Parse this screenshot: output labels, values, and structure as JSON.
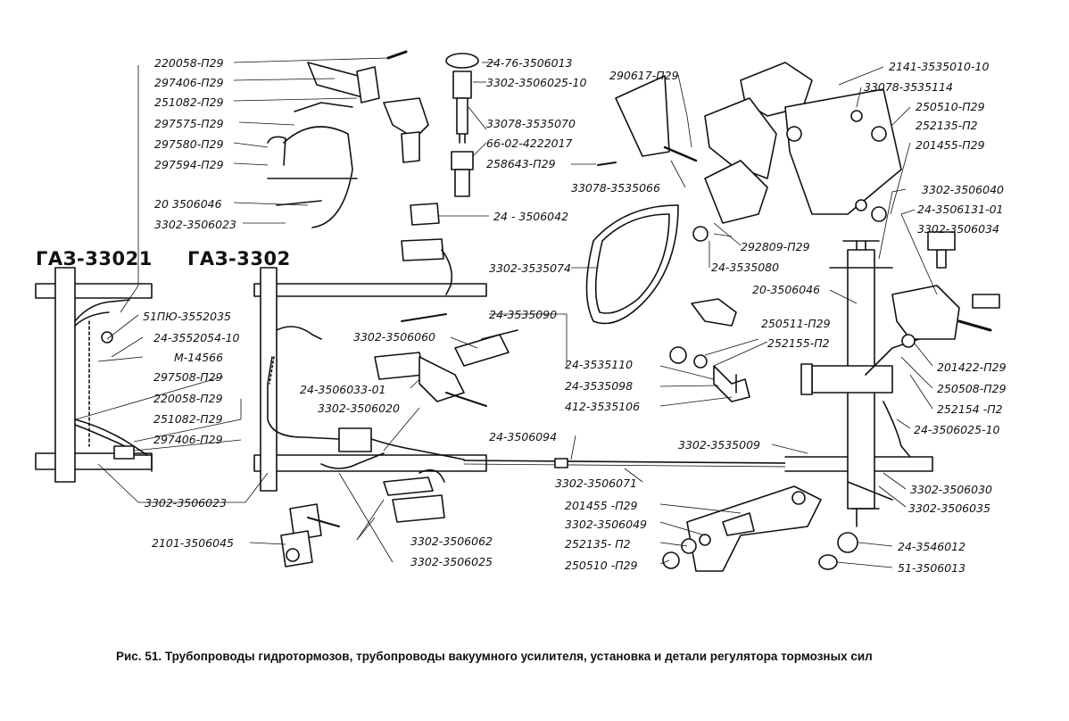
{
  "models": {
    "left": "ГАЗ-33021",
    "right": "ГАЗ-3302"
  },
  "labels": [
    "220058-П29",
    "297406-П29",
    "251082-П29",
    "297575-П29",
    "297580-П29",
    "297594-П29",
    "20 3506046",
    "3302-3506023",
    "24-76-3506013",
    "3302-3506025-10",
    "33078-3535070",
    "66-02-4222017",
    "258643-П29",
    "290617-П29",
    "33078-3535066",
    "24 - 3506042",
    "2141-3535010-10",
    "33078-3535114",
    "250510-П29",
    "252135-П2",
    "201455-П29",
    "3302-3506040",
    "24-3506131-01",
    "3302-3506034",
    "292809-П29",
    "24-3535080",
    "3302-3535074",
    "20-3506046",
    "51ПЮ-3552035",
    "24-3552054-10",
    "М-14566",
    "297508-П29",
    "220058-П29",
    "251082-П29",
    "297406-П29",
    "3302-3506060",
    "24-3506033-01",
    "3302-3506020",
    "24-3535090",
    "24-3535110",
    "24-3535098",
    "412-3535106",
    "250511-П29",
    "252155-П2",
    "201422-П29",
    "250508-П29",
    "252154 -П2",
    "24-3506025-10",
    "24-3506094",
    "3302-3535009",
    "3302-3506071",
    "3302-3506030",
    "201455 -П29",
    "3302-3506049",
    "252135- П2",
    "250510 -П29",
    "3302-3506035",
    "24-3546012",
    "51-3506013",
    "3302-3506023",
    "2101-3506045",
    "3302-3506062",
    "3302-3506025"
  ],
  "caption": "Рис. 51. Трубопроводы гидротормозов, трубопроводы вакуумного усилителя, установка и детали регулятора тормозных сил"
}
